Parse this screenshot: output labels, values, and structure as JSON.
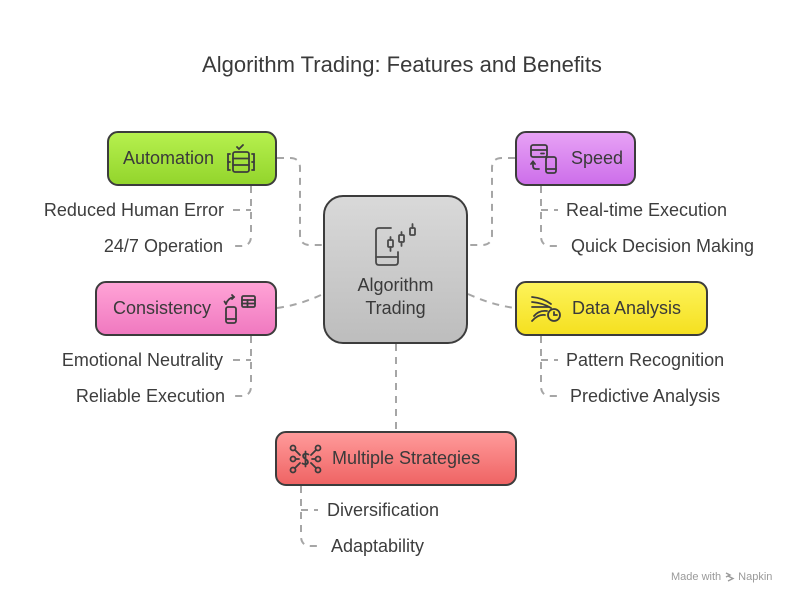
{
  "title": "Algorithm Trading: Features and Benefits",
  "center": {
    "label_line1": "Algorithm",
    "label_line2": "Trading",
    "icon": "smartphone-candlestick-icon"
  },
  "branches": [
    {
      "id": "automation",
      "label": "Automation",
      "color": "#a5e33d",
      "icon": "server-check-icon",
      "items": [
        "Reduced Human Error",
        "24/7 Operation"
      ]
    },
    {
      "id": "speed",
      "label": "Speed",
      "color": "#dc88f0",
      "icon": "card-to-phone-icon",
      "items": [
        "Real-time Execution",
        "Quick Decision Making"
      ]
    },
    {
      "id": "consistency",
      "label": "Consistency",
      "color": "#f78ecb",
      "icon": "phone-sync-table-icon",
      "items": [
        "Emotional Neutrality",
        "Reliable Execution"
      ]
    },
    {
      "id": "data-analysis",
      "label": "Data Analysis",
      "color": "#f9ea3c",
      "icon": "data-stream-chart-icon",
      "items": [
        "Pattern Recognition",
        "Predictive Analysis"
      ]
    },
    {
      "id": "multiple-strategies",
      "label": "Multiple Strategies",
      "color": "#f77f7f",
      "icon": "dollar-network-icon",
      "items": [
        "Diversification",
        "Adaptability"
      ]
    }
  ],
  "footer": {
    "made_with": "Made with",
    "brand": "Napkin"
  }
}
